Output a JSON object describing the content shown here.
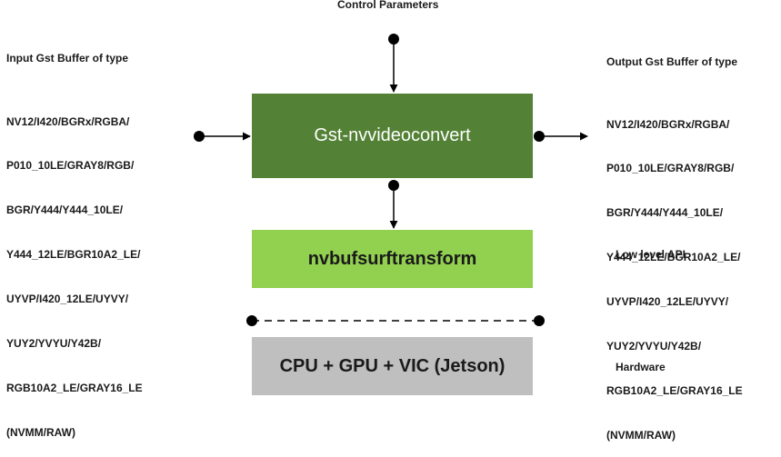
{
  "control_label": "Control Parameters",
  "input": {
    "title": "Input Gst Buffer of type",
    "formats": [
      "NV12/I420/BGRx/RGBA/",
      "P010_10LE/GRAY8/RGB/",
      "BGR/Y444/Y444_10LE/",
      "Y444_12LE/BGR10A2_LE/",
      "UYVP/I420_12LE/UYVY/",
      "YUY2/YVYU/Y42B/",
      "RGB10A2_LE/GRAY16_LE",
      "(NVMM/RAW)"
    ]
  },
  "output": {
    "title": "Output Gst Buffer of type",
    "formats": [
      "NV12/I420/BGRx/RGBA/",
      "P010_10LE/GRAY8/RGB/",
      "BGR/Y444/Y444_10LE/",
      "Y444_12LE/BGR10A2_LE/",
      "UYVP/I420_12LE/UYVY/",
      "YUY2/YVYU/Y42B/",
      "RGB10A2_LE/GRAY16_LE",
      "(NVMM/RAW)"
    ]
  },
  "boxes": {
    "convert": {
      "label": "Gst-nvvideoconvert",
      "color": "#538135"
    },
    "transform": {
      "label": "nvbufsurftransform",
      "color": "#92d050"
    },
    "hardware": {
      "label": "CPU + GPU + VIC (Jetson)",
      "color": "#bfbfbf"
    }
  },
  "side_labels": {
    "api": "Low level API",
    "hardware": "Hardware"
  }
}
